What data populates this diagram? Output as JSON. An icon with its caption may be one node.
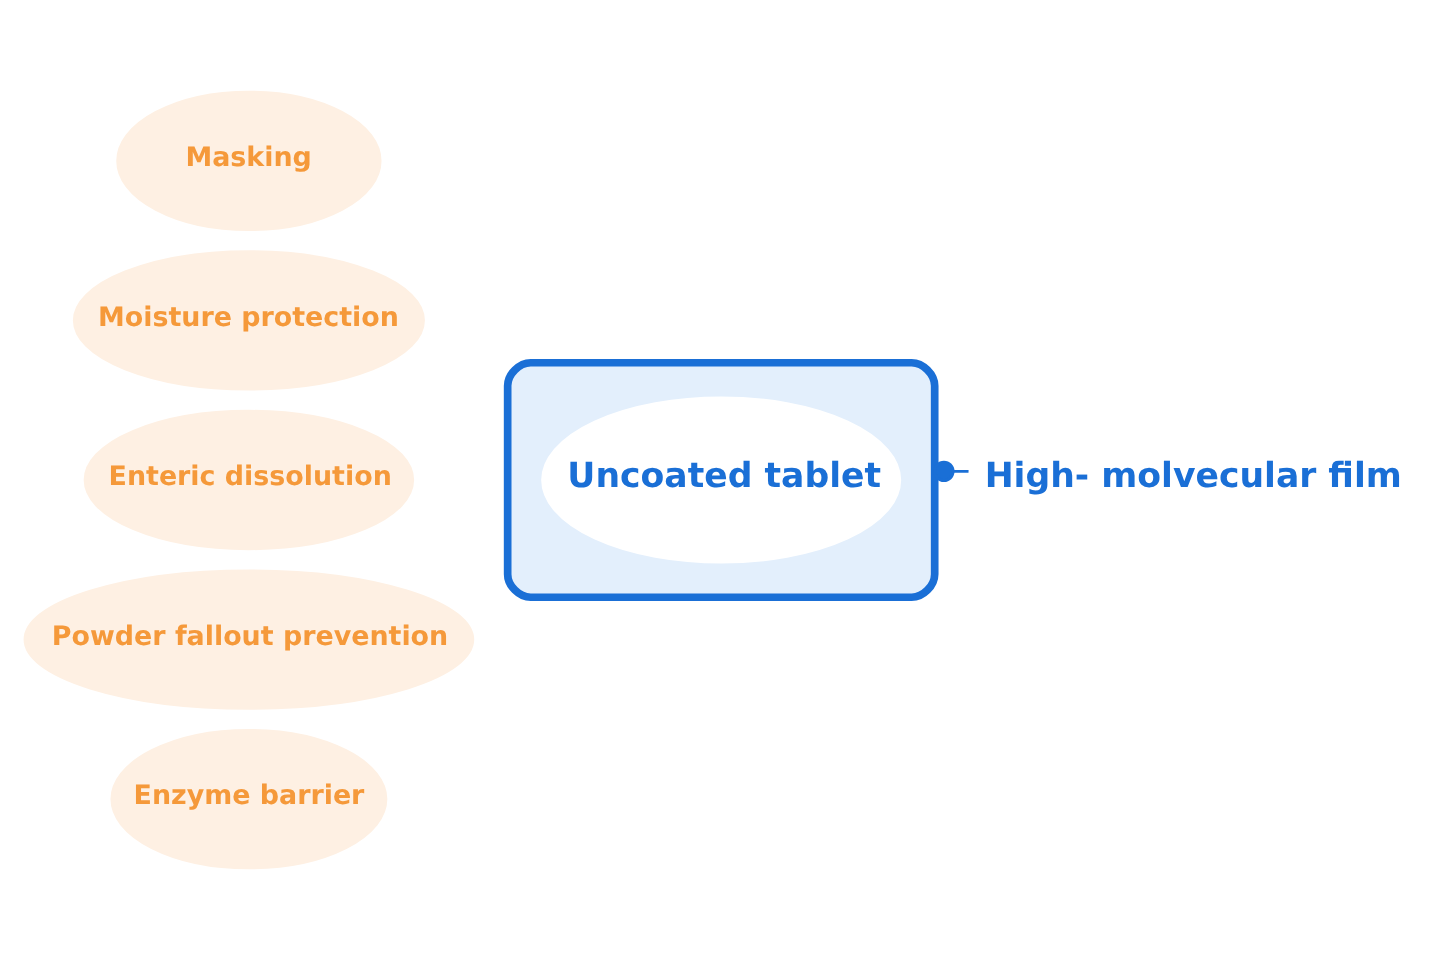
{
  "diagram": {
    "nodes": [
      {
        "text": [
          "Masking"
        ]
      },
      {
        "text": [
          "Moisture protection"
        ]
      },
      {
        "text": [
          "Enteric dissolution"
        ]
      },
      {
        "text": [],
        "shape": "ellipse"
      },
      {
        "text": [
          "Uncoated tablet"
        ],
        "in": 3
      },
      {
        "text": [
          "High- molvecular film"
        ]
      },
      {
        "text": [
          "Powder fallout prevention"
        ]
      },
      {
        "text": [
          "Enzyme barrier"
        ]
      }
    ],
    "edges": [
      {
        "from": 5,
        "to": 3,
        "arrow": "other"
      }
    ]
  }
}
